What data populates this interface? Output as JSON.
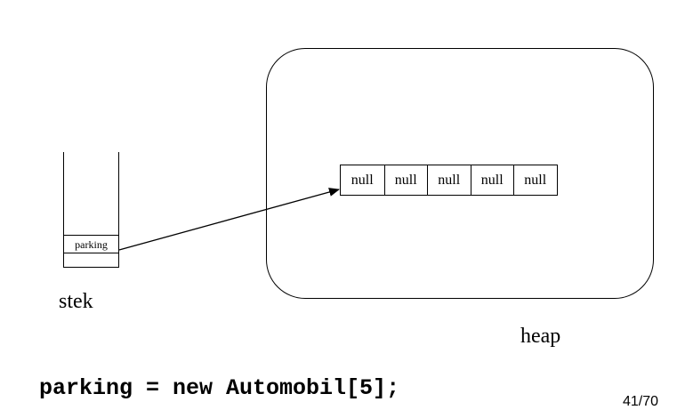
{
  "diagram": {
    "stack_label": "stek",
    "heap_label": "heap",
    "stack_slot_label": "parking",
    "array_cells": [
      "null",
      "null",
      "null",
      "null",
      "null"
    ]
  },
  "code": {
    "statement": "parking = new Automobil[5];"
  },
  "footer": {
    "page_indicator": "41/70"
  }
}
